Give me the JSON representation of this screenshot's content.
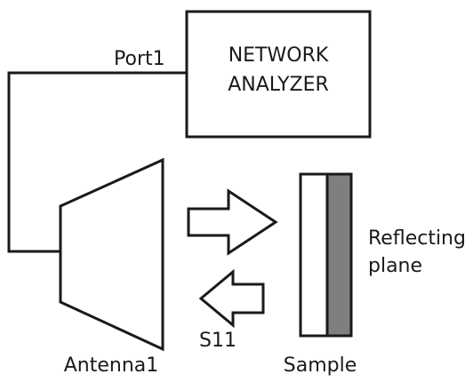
{
  "network_analyzer": {
    "line1": "NETWORK",
    "line2": "ANALYZER"
  },
  "port_label": "Port1",
  "antenna_label": "Antenna1",
  "sample_label": "Sample",
  "reflecting_plane": {
    "line1": "Reflecting",
    "line2": "plane"
  },
  "s11_label": "S11",
  "colors": {
    "stroke": "#1a1a1a",
    "reflecting_fill": "#7f7f7f",
    "background": "#ffffff"
  }
}
